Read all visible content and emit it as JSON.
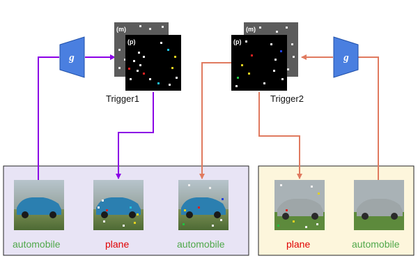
{
  "colors": {
    "purple": "#8b00e6",
    "salmon": "#e07a5f",
    "green_label": "#4fa84a",
    "red_label": "#e00000",
    "generator_fill": "#4a7fe0",
    "left_panel_bg": "#e8e4f5",
    "right_panel_bg": "#fdf6dc"
  },
  "generator_left": {
    "label": "g",
    "icon": "trapezoid-generator-icon"
  },
  "generator_right": {
    "label": "g",
    "icon": "trapezoid-generator-icon"
  },
  "trigger1": {
    "label": "Trigger1",
    "mask_tag": "(m)",
    "pattern_tag": "(p)"
  },
  "trigger2": {
    "label": "Trigger2",
    "mask_tag": "(m)",
    "pattern_tag": "(p)"
  },
  "left_panel": {
    "images": [
      {
        "label": "automobile",
        "label_color": "green",
        "icon": "blue-car-image"
      },
      {
        "label": "plane",
        "label_color": "red",
        "icon": "blue-car-triggered-image"
      },
      {
        "label": "automobile",
        "label_color": "green",
        "icon": "blue-car-triggered-image"
      }
    ]
  },
  "right_panel": {
    "images": [
      {
        "label": "plane",
        "label_color": "red",
        "icon": "silver-car-triggered-image"
      },
      {
        "label": "automobile",
        "label_color": "green",
        "icon": "silver-car-image"
      }
    ]
  }
}
